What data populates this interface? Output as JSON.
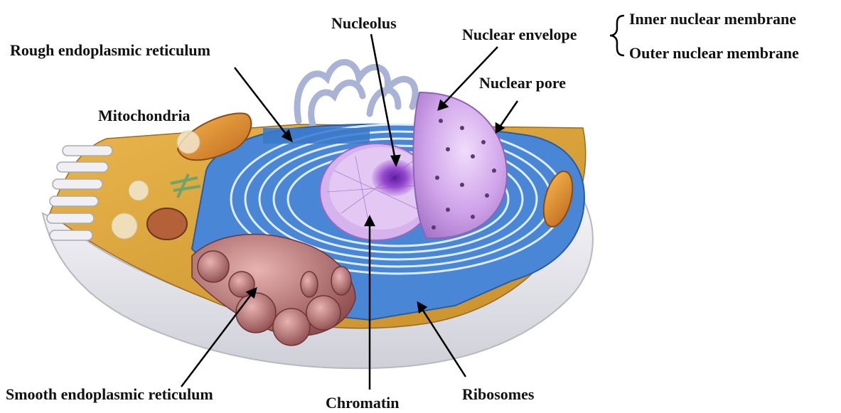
{
  "labels": {
    "nucleolus": "Nucleolus",
    "nuclear_envelope": "Nuclear envelope",
    "inner_membrane": "Inner nuclear membrane",
    "outer_membrane": "Outer nuclear membrane",
    "rough_er": "Rough endoplasmic reticulum",
    "nuclear_pore": "Nuclear pore",
    "mitochondria": "Mitochondria",
    "smooth_er": "Smooth endoplasmic reticulum",
    "chromatin": "Chromatin",
    "ribosomes": "Ribosomes"
  },
  "colors": {
    "cytoplasm": "#d9a53a",
    "membrane_shell": "#e9e9ee",
    "er_blue": "#3f7fd0",
    "nucleus_purple": "#c79ae0",
    "nucleolus_core": "#7a2fb8",
    "smooth_er_pink": "#b87272",
    "mitochondria_orange": "#e9973a",
    "golgi_grey": "#a9b3d6"
  }
}
